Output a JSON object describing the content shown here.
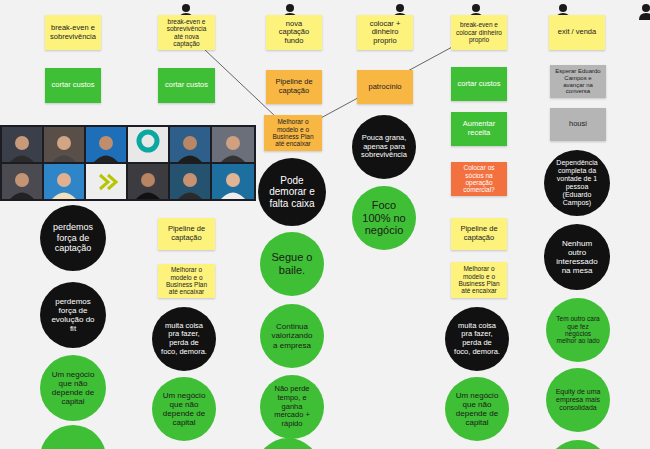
{
  "diagram": {
    "nodes": [
      {
        "text": [
          "break-even e sobrevivência"
        ]
      },
      {
        "text": [
          "cortar custos"
        ]
      },
      {
        "text": [
          "perdemos força de captação"
        ]
      },
      {
        "text": [
          "perdemos força de evolução do fit"
        ]
      },
      {
        "text": [
          "Um negócio que não depende de capital"
        ]
      },
      {
        "text": [
          "break-even e sobrevivência até nova captação"
        ]
      },
      {
        "text": [
          "cortar custos"
        ]
      },
      {
        "text": [
          "Pipeline de captação"
        ]
      },
      {
        "text": [
          "Melhorar o modelo e o Business Plan até encaixar"
        ]
      },
      {
        "text": [
          "muita coisa pra fazer, perda de foco, demora."
        ]
      },
      {
        "text": [
          "Um negócio que não depende de capital"
        ]
      },
      {
        "text": [
          "nova captação fundo"
        ]
      },
      {
        "text": [
          "Pipeline de captação"
        ]
      },
      {
        "text": [
          "Melhorar o modelo e o Business Plan até encaixar"
        ]
      },
      {
        "text": [
          "Pode demorar e falta caixa"
        ]
      },
      {
        "text": [
          "Segue o baile."
        ]
      },
      {
        "text": [
          "Continua valorizando a empresa"
        ]
      },
      {
        "text": [
          "Não perde tempo, e ganha mercado + rápido"
        ]
      },
      {
        "text": [
          "colocar + dinheiro proprio"
        ]
      },
      {
        "text": [
          "patrocínio"
        ]
      },
      {
        "text": [
          "Pouca grana, apenas para sobrevivência"
        ]
      },
      {
        "text": [
          "Foco 100% no negócio"
        ]
      },
      {
        "text": [
          "break-even e colocar dinheiro proprio"
        ]
      },
      {
        "text": [
          "cortar custos"
        ]
      },
      {
        "text": [
          "Aumentar receita"
        ]
      },
      {
        "text": [
          "Colocar os sócios na operação comercial?"
        ]
      },
      {
        "text": [
          "Pipeline de captação"
        ]
      },
      {
        "text": [
          "Melhorar o modelo e o Business Plan até encaixar"
        ]
      },
      {
        "text": [
          "muita coisa pra fazer, perda de foco, demora."
        ]
      },
      {
        "text": [
          "Um negócio que não depende de capital"
        ]
      },
      {
        "text": [
          "exit / venda"
        ]
      },
      {
        "text": [
          "Esperar Eduardo Campos e avançar na conversa"
        ]
      },
      {
        "text": [
          "housi"
        ]
      },
      {
        "text": [
          "Dependência completa da vontade de 1 pessoa (Eduardo Campos)"
        ]
      },
      {
        "text": [
          "Nenhum outro interessado na mesa"
        ]
      },
      {
        "text": [
          "Tem outro cara que fez negócios melhor ao lado"
        ]
      },
      {
        "text": [
          "Equity de uma empresa mais consolidada"
        ]
      }
    ],
    "edges": [
      {
        "from": 5,
        "to": 13,
        "arrow": "none"
      },
      {
        "from": 22,
        "to": 13,
        "arrow": "none"
      }
    ]
  }
}
